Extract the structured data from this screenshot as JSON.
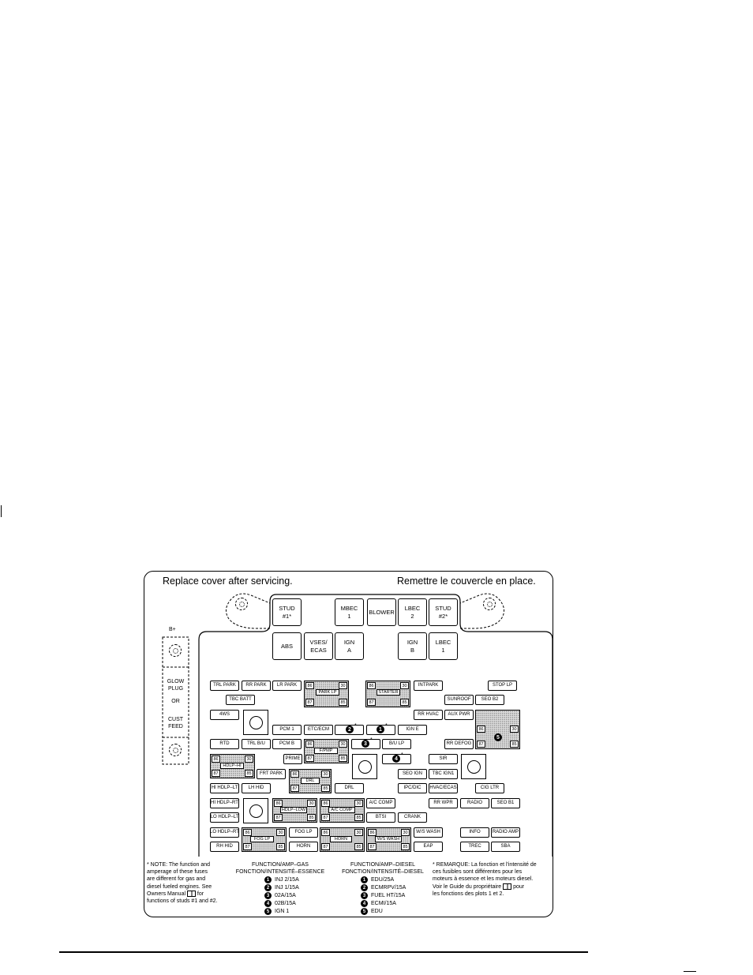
{
  "header": {
    "left": "Replace cover after servicing.",
    "right": "Remettre le couvercle en place."
  },
  "top_fuses": {
    "stud1": "STUD\n#1*",
    "mbec1": "MBEC\n1",
    "blower": "BLOWER",
    "lbec2": "LBEC\n2",
    "stud2": "STUD\n#2*",
    "abs": "ABS",
    "vses": "VSES/\nECAS",
    "igna": "IGN\nA",
    "ignb": "IGN\nB",
    "lbec1": "LBEC\n1"
  },
  "side": {
    "bplus": "B+",
    "glow": "GLOW\nPLUG",
    "or": "OR",
    "cust": "CUST\nFEED"
  },
  "fuses": {
    "trl_park": "TRL PARK",
    "rr_park": "RR PARK",
    "lr_park": "LR PARK",
    "tbc_batt": "TBC BATT",
    "4ws": "4WS",
    "pcm1": "PCM 1",
    "etc_ecm": "ETC/ECM",
    "ign_e": "IGN E",
    "intpark": "INTPARK",
    "stop_lp": "STOP LP",
    "sunroof": "SUNROOF",
    "seo_b2": "SEO B2",
    "rr_hvac": "RR HVAC",
    "aux_pwr": "AUX PWR",
    "rtd": "RTD",
    "trl_bu": "TRL B/U",
    "pcm_b": "PCM B",
    "bu_lp": "B/U LP",
    "rr_defog": "RR DEFOG",
    "prime": "PRIME",
    "sir": "SIR",
    "frt_park": "FRT PARK",
    "seo_ign": "SEO IGN",
    "tbc_ign1": "TBC IGN1",
    "hi_hdlp_lt": "HI HDLP–LT",
    "lh_hid": "LH HID",
    "drl": "DRL",
    "ipc_dic": "IPC/DIC",
    "hvac_ecas": "HVAC/ECAS",
    "cig_ltr": "CIG LTR",
    "hi_hdlp_rt": "HI HDLP–RT",
    "ac_comp": "A/C COMP",
    "rr_wpr": "RR WPR",
    "radio": "RADIO",
    "seo_b1": "SEO B1",
    "lo_hdlp_lt": "LO HDLP–LT",
    "btsi": "BTSI",
    "crank": "CRANK",
    "lo_hdlp_rt": "LO HDLP–RT",
    "fog_lp": "FOG LP",
    "ws_wash": "W/S WASH",
    "info": "INFO",
    "radio_amp": "RADIO AMP",
    "rh_hid": "RH HID",
    "horn": "HORN",
    "eap": "EAP",
    "trec": "TREC",
    "sba": "SBA"
  },
  "relays": {
    "park_lp": "PARK LP",
    "starter": "STARTER",
    "fpmp": "F/PMP",
    "hdlp_hi": "HDLP–HI",
    "drl": "DRL",
    "hdlp_low": "HDLP–LOW",
    "ac_comp": "A/C COMP",
    "fog_lp": "FOG LP",
    "horn": "HORN",
    "ws_wash": "W/S WASH"
  },
  "pins": {
    "p86": "86",
    "p30": "30",
    "p87": "87",
    "p85": "85"
  },
  "markers": {
    "n1": "1",
    "n2": "2",
    "n3": "3",
    "n4": "4",
    "n5": "5",
    "asterisk": "*"
  },
  "note_en": "* NOTE:  The function and\n   amperage of these fuses\n   are different for gas and\n   diesel fueled engines.  See\n   Owners Manual",
  "note_en_tail": "   for\n   functions of studs #1 and #2.",
  "legend_gas": {
    "title": "FUNCTION/AMP–GAS\nFONCTION/INTENSITÉ–ESSENCE",
    "items": [
      "INJ 2/15A",
      "INJ 1/15A",
      "02A/15A",
      "02B/15A",
      "IGN 1"
    ]
  },
  "legend_diesel": {
    "title": "FUNCTION/AMP–DIESEL\nFONCTION/INTENSITÉ–DIESEL",
    "items": [
      "EDU/25A",
      "ECMRPV/15A",
      "FUEL HT/15A",
      "ECMI/15A",
      "EDU"
    ]
  },
  "note_fr": "* REMARQUE:  La fonction et l'intensité de\n   ces fusibles sont différentes pour les\n   moteurs à essence et les moteurs diesel.\n   Voir le Guide du propriétaire",
  "note_fr_mid": "  pour",
  "note_fr_tail": "   les fonctions des plots 1 et 2."
}
